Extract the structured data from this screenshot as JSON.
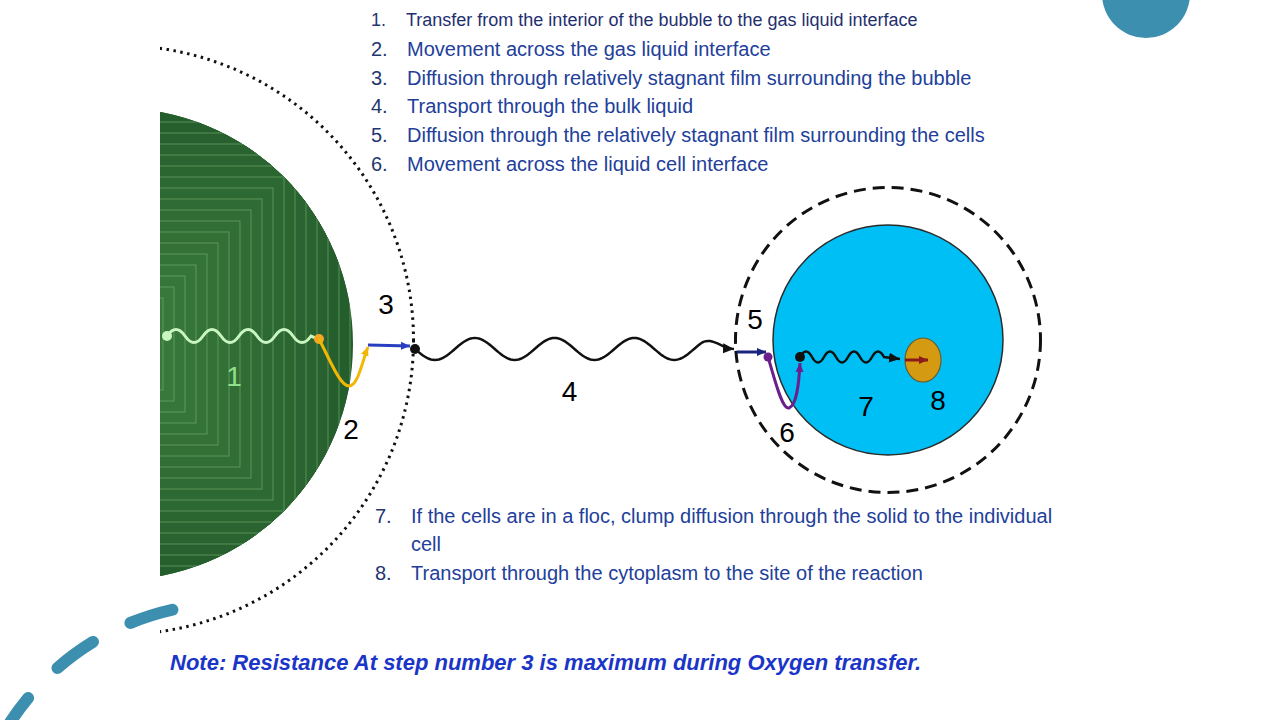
{
  "diagram": {
    "nodes": [
      {
        "text": [
          "2",
          "3"
        ]
      },
      {
        "text": [
          "1"
        ],
        "in": 0
      },
      {
        "text": [
          "5",
          "6"
        ]
      },
      {
        "text": [
          "7"
        ],
        "in": 2
      },
      {
        "text": [
          "8"
        ],
        "in": 3
      }
    ],
    "edges": [
      {
        "from": 0,
        "to": 2,
        "arrow": "to",
        "label": "4"
      }
    ],
    "labels": [
      "1.",
      "Transfer from the interior of the bubble to the gas liquid interface",
      "2.",
      "Movement across the gas liquid interface",
      "3.",
      "Diffusion through relatively stagnant film surrounding the bubble",
      "4.",
      "Transport through the bulk liquid",
      "5.",
      "Diffusion through the relatively stagnant film surrounding the cells",
      "6.",
      "Movement across the liquid cell interface",
      "7.",
      "If the cells are in a floc, clump diffusion through the solid to the individual cell",
      "8.",
      "Transport through the cytoplasm to the site of the reaction",
      "Note: Resistance At step number 3 is maximum during Oxygen transfer."
    ]
  }
}
